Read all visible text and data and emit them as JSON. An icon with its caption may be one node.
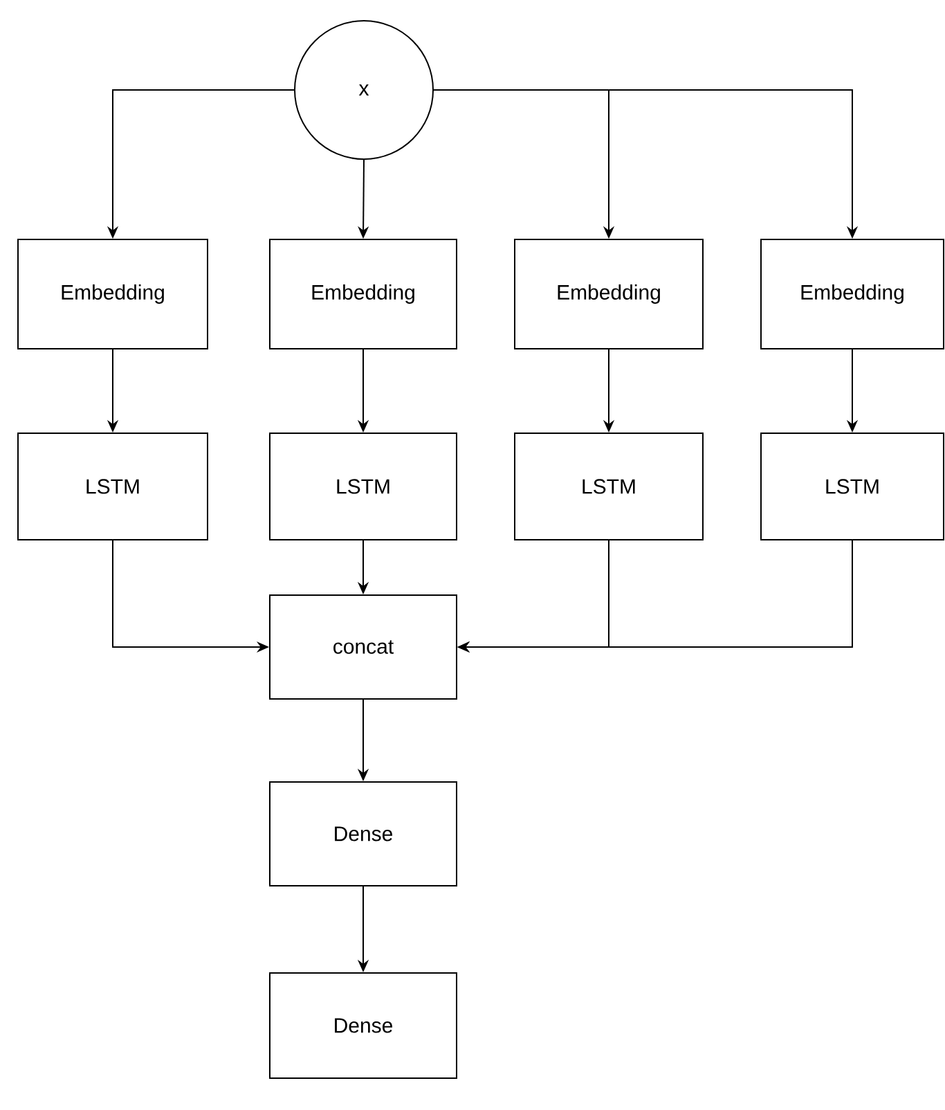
{
  "diagram": {
    "nodes": [
      {
        "text": [
          "x"
        ]
      },
      {
        "text": [
          "Embedding"
        ]
      },
      {
        "text": [
          "Embedding"
        ]
      },
      {
        "text": [
          "Embedding"
        ]
      },
      {
        "text": [
          "Embedding"
        ]
      },
      {
        "text": [
          "LSTM"
        ]
      },
      {
        "text": [
          "LSTM"
        ]
      },
      {
        "text": [
          "LSTM"
        ]
      },
      {
        "text": [
          "LSTM"
        ]
      },
      {
        "text": [
          "concat"
        ]
      },
      {
        "text": [
          "Dense"
        ]
      },
      {
        "text": [
          "Dense"
        ]
      }
    ],
    "edges": [
      {
        "from": 0,
        "to": 1,
        "arrow": "to"
      },
      {
        "from": 0,
        "to": 2,
        "arrow": "to"
      },
      {
        "from": 0,
        "to": 3,
        "arrow": "to"
      },
      {
        "from": 0,
        "to": 4,
        "arrow": "to"
      },
      {
        "from": 1,
        "to": 5,
        "arrow": "to"
      },
      {
        "from": 2,
        "to": 6,
        "arrow": "to"
      },
      {
        "from": 3,
        "to": 7,
        "arrow": "to"
      },
      {
        "from": 4,
        "to": 8,
        "arrow": "to"
      },
      {
        "from": 5,
        "to": 9,
        "arrow": "to"
      },
      {
        "from": 6,
        "to": 9,
        "arrow": "to"
      },
      {
        "from": 7,
        "to": 9,
        "arrow": "to"
      },
      {
        "from": 8,
        "to": 9,
        "arrow": "to"
      },
      {
        "from": 9,
        "to": 10,
        "arrow": "to"
      },
      {
        "from": 10,
        "to": 11,
        "arrow": "to"
      }
    ]
  }
}
